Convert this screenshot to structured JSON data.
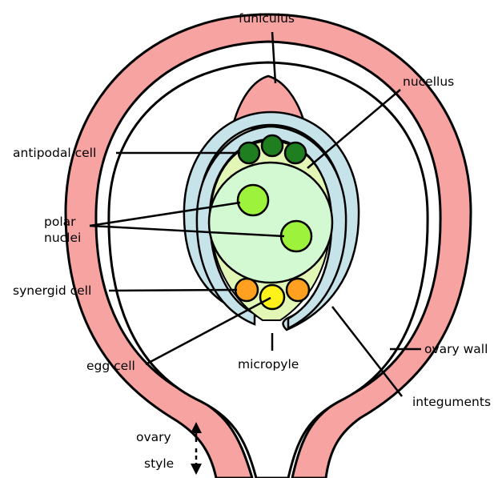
{
  "labels": {
    "funiculus": "funiculus",
    "nucellus": "nucellus",
    "antipodal_cell": "antipodal cell",
    "polar_nuclei_line1": "polar",
    "polar_nuclei_line2": "nuclei",
    "synergid_cell": "synergid cell",
    "egg_cell": "egg cell",
    "micropyle": "micropyle",
    "ovary_wall": "ovary wall",
    "integuments": "integuments",
    "ovary": "ovary",
    "style": "style"
  },
  "colors": {
    "ovary_wall": "#f7a3a1",
    "integument": "#c7e3ea",
    "nucellus": "#e2f7b5",
    "central_cell": "#d2f9d2",
    "antipodal": "#1f7e1f",
    "polar_nuclei": "#9df23c",
    "synergid": "#ffa020",
    "egg": "#fff21a",
    "outline": "#000000"
  }
}
